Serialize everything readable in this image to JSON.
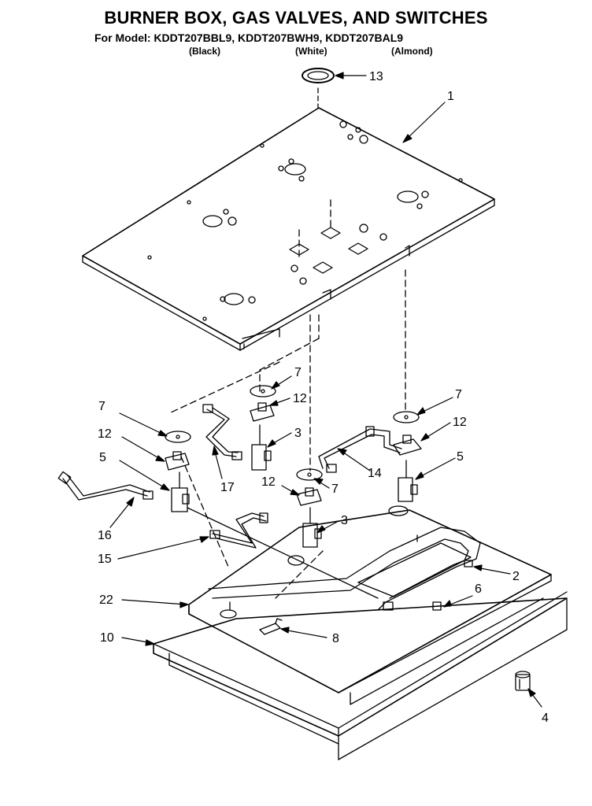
{
  "header": {
    "title": "BURNER BOX, GAS VALVES, AND SWITCHES",
    "model_line": "For Model: KDDT207BBL9, KDDT207BWH9, KDDT207BAL9",
    "colors": [
      "(Black)",
      "(White)",
      "(Almond)"
    ]
  },
  "callouts": [
    "13",
    "1",
    "7",
    "7",
    "12",
    "7",
    "12",
    "3",
    "12",
    "5",
    "5",
    "17",
    "14",
    "12",
    "7",
    "16",
    "3",
    "15",
    "2",
    "6",
    "22",
    "8",
    "10",
    "4"
  ],
  "style": {
    "line_color": "#000000",
    "background": "#ffffff"
  }
}
